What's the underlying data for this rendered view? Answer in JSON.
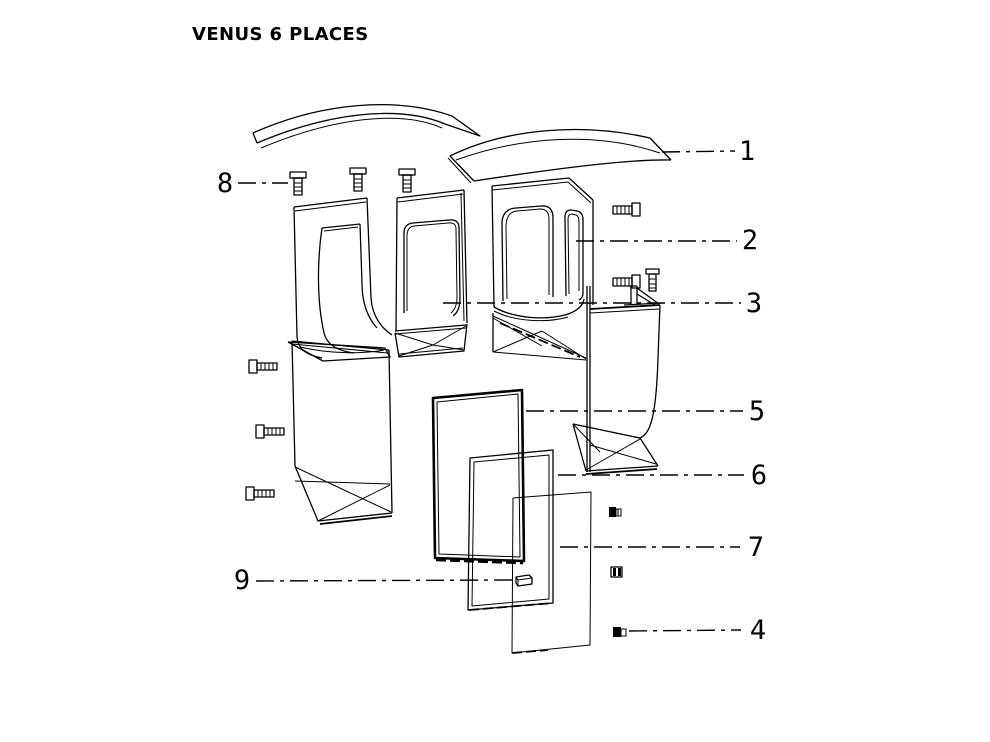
{
  "title": "VENUS 6 PLACES",
  "colors": {
    "line": "#000000",
    "background": "#ffffff",
    "text": "#000000"
  },
  "callouts": {
    "c1": {
      "label": "1"
    },
    "c2": {
      "label": "2"
    },
    "c3": {
      "label": "3"
    },
    "c4": {
      "label": "4"
    },
    "c5": {
      "label": "5"
    },
    "c6": {
      "label": "6"
    },
    "c7": {
      "label": "7"
    },
    "c8": {
      "label": "8"
    },
    "c9": {
      "label": "9"
    }
  }
}
